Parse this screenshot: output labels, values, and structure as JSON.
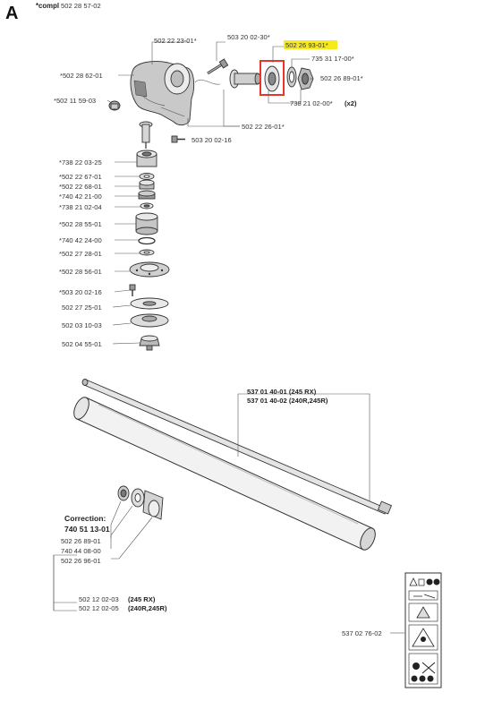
{
  "section_letter": "A",
  "compl_prefix": "*compl",
  "compl_number": "502 28 57-02",
  "colors": {
    "highlight_fill": "#f7ea1a",
    "selection_box": "#e5362c",
    "ink": "#333333"
  },
  "labels": {
    "p_502_22_23_01": "502 22 23-01*",
    "p_503_20_02_30": "503 20 02-30*",
    "p_502_26_93_01": "502 26 93-01*",
    "p_735_31_17_00": "735 31 17-00*",
    "p_502_28_62_01": "*502 28 62-01",
    "p_502_26_89_01": "502 26 89-01*",
    "p_502_11_59_03": "*502 11 59-03",
    "p_738_21_02_00": "738 21 02-00*",
    "p_738_21_02_00_qty": "(x2)",
    "p_502_22_26_01": "502 22 26-01*",
    "p_503_20_02_16": "503 20 02-16",
    "p_738_22_03_25": "*738 22 03-25",
    "p_502_22_67_01": "*502 22 67-01",
    "p_502_22_68_01": "*502 22 68-01",
    "p_740_42_21_00": "*740 42 21-00",
    "p_738_21_02_04": "*738 21 02-04",
    "p_502_28_55_01": "*502 28 55-01",
    "p_740_42_24_00": "*740 42 24-00",
    "p_502_27_28_01": "*502 27 28-01",
    "p_502_28_56_01": "*502 28 56-01",
    "p_503_20_02_16b": "*503 20 02-16",
    "p_502_27_25_01": "502 27 25-01",
    "p_502_03_10_03": "502 03 10-03",
    "p_502_04_55_01": "502 04 55-01",
    "tube_1": "537 01 40-01 (245 RX)",
    "tube_2": "537 01 40-02 (240R,245R)",
    "correction_title": "Correction:",
    "correction_number": "740 51 13-01",
    "corr_1": "502 26 89-01",
    "corr_2": "740 44 08-00",
    "corr_3": "502 26 96-01",
    "shaft_1_num": "502 12 02-03",
    "shaft_1_model": "(245 RX)",
    "shaft_2_num": "502 12 02-05",
    "shaft_2_model": "(240R,245R)",
    "decal": "537 02 76-02"
  }
}
